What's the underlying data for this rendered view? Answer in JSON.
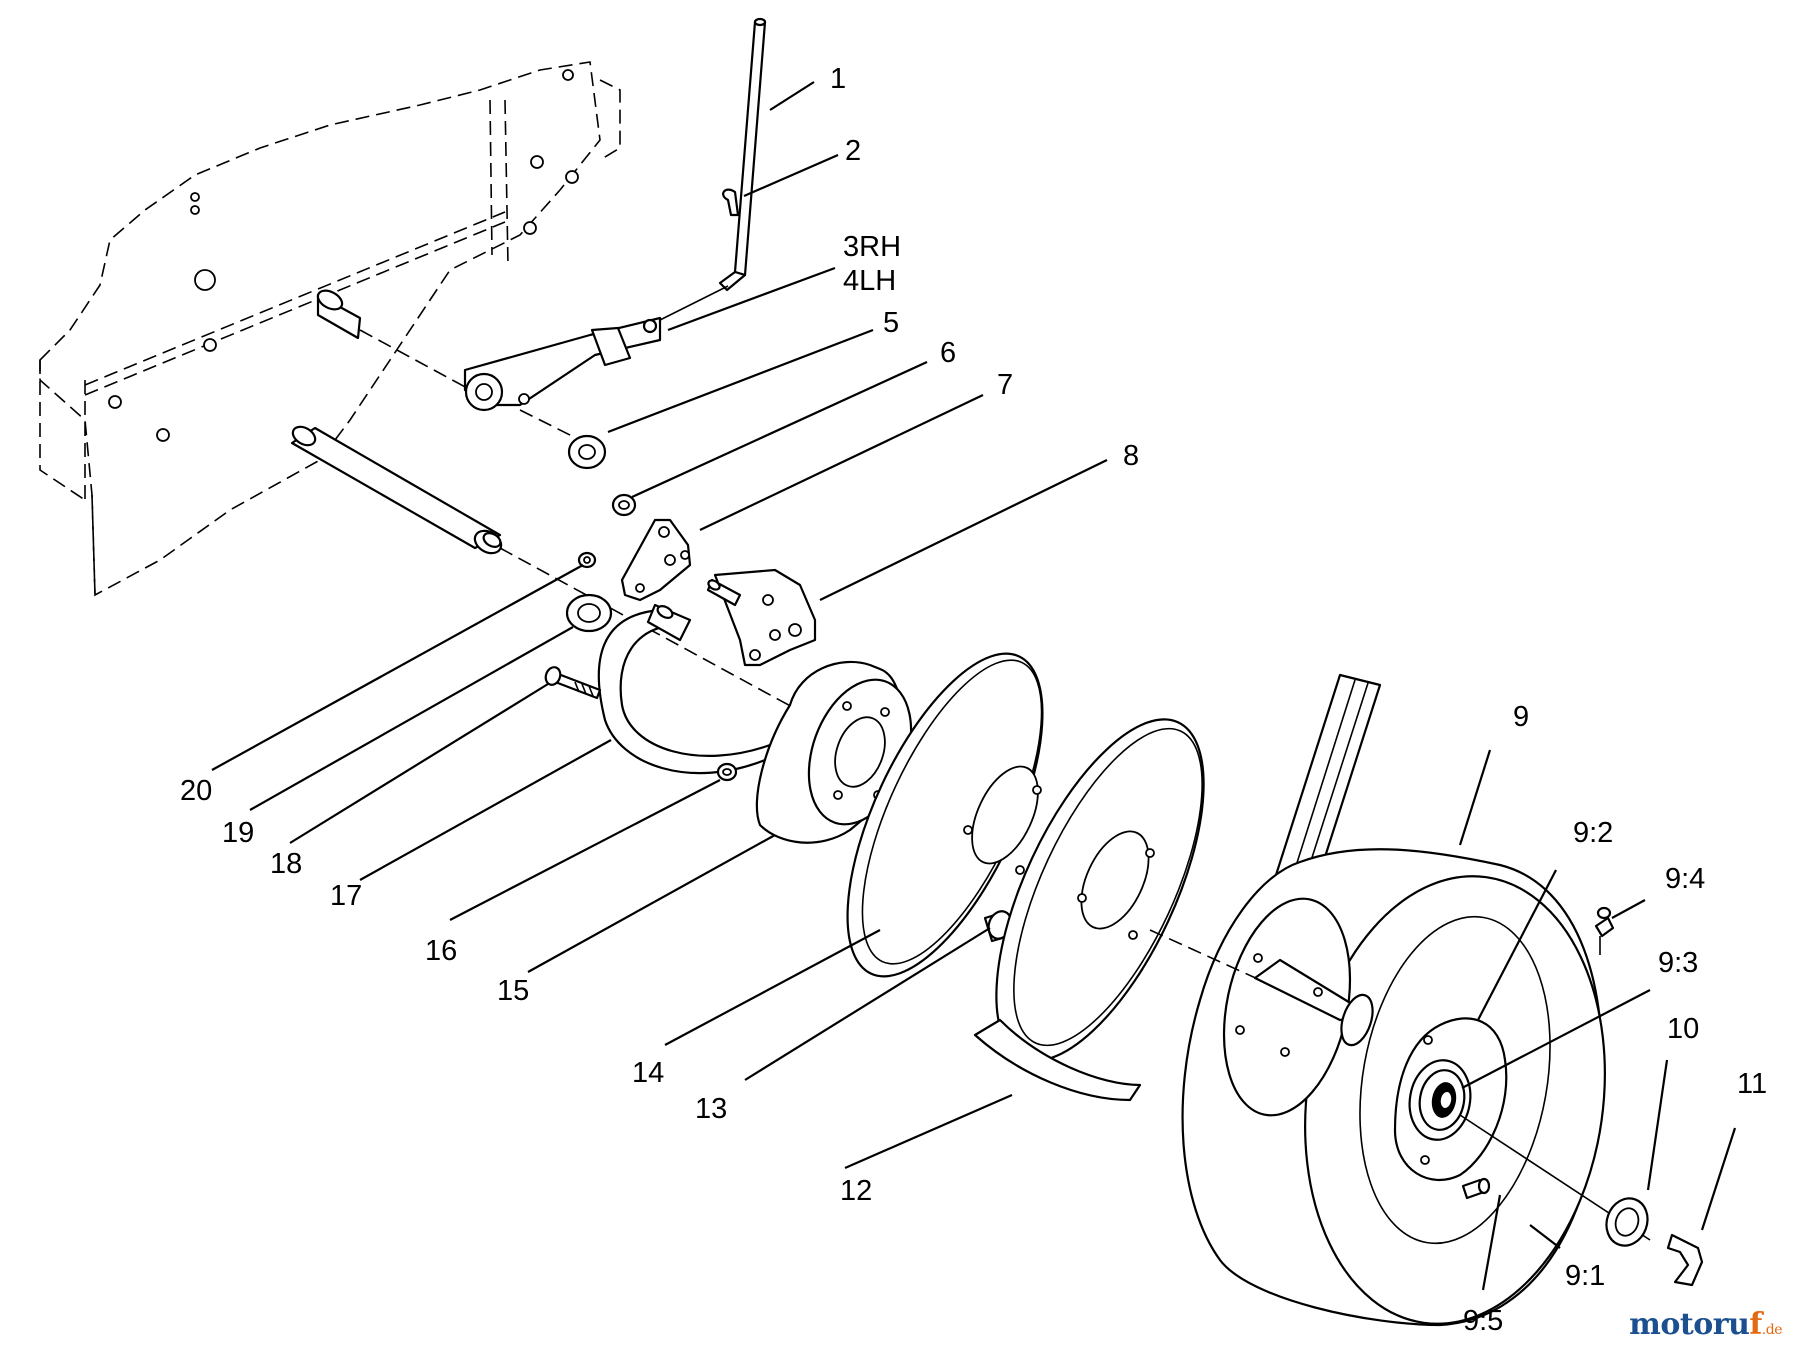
{
  "callouts": [
    {
      "id": "c1",
      "text": "1"
    },
    {
      "id": "c2",
      "text": "2"
    },
    {
      "id": "c3",
      "text": "3RH"
    },
    {
      "id": "c4",
      "text": "4LH"
    },
    {
      "id": "c5",
      "text": "5"
    },
    {
      "id": "c6",
      "text": "6"
    },
    {
      "id": "c7",
      "text": "7"
    },
    {
      "id": "c8",
      "text": "8"
    },
    {
      "id": "c9",
      "text": "9"
    },
    {
      "id": "c92",
      "text": "9:2"
    },
    {
      "id": "c94",
      "text": "9:4"
    },
    {
      "id": "c93",
      "text": "9:3"
    },
    {
      "id": "c10",
      "text": "10"
    },
    {
      "id": "c11",
      "text": "11"
    },
    {
      "id": "c20",
      "text": "20"
    },
    {
      "id": "c19",
      "text": "19"
    },
    {
      "id": "c18",
      "text": "18"
    },
    {
      "id": "c17",
      "text": "17"
    },
    {
      "id": "c16",
      "text": "16"
    },
    {
      "id": "c15",
      "text": "15"
    },
    {
      "id": "c14",
      "text": "14"
    },
    {
      "id": "c13",
      "text": "13"
    },
    {
      "id": "c12",
      "text": "12"
    },
    {
      "id": "c91",
      "text": "9:1"
    },
    {
      "id": "c95",
      "text": "9:5"
    }
  ],
  "watermark": {
    "brand": "motoru",
    "accent": "f",
    "tld": ".de"
  }
}
